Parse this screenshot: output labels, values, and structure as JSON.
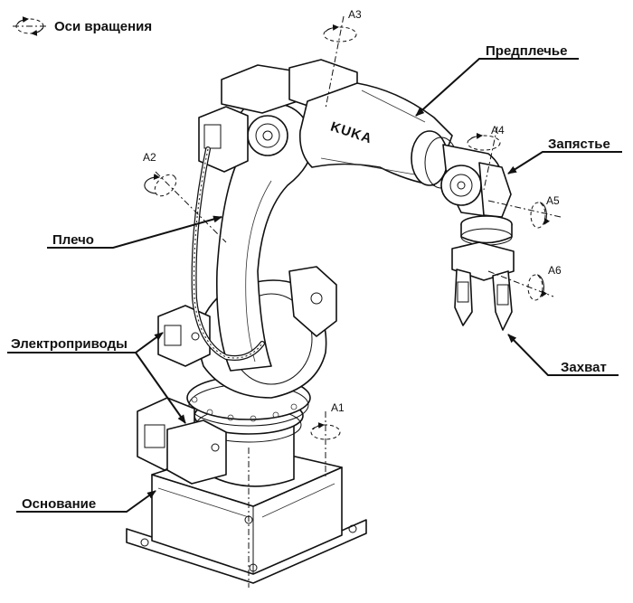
{
  "legend": {
    "text": "Оси вращения",
    "icon": "rotation-axis-icon"
  },
  "brand": "KUKA",
  "parts": {
    "forearm": "Предплечье",
    "wrist": "Запястье",
    "shoulder": "Плечо",
    "drives": "Электроприводы",
    "base": "Основание",
    "gripper": "Захват"
  },
  "axes": [
    "A1",
    "A2",
    "A3",
    "A4",
    "A5",
    "A6"
  ]
}
